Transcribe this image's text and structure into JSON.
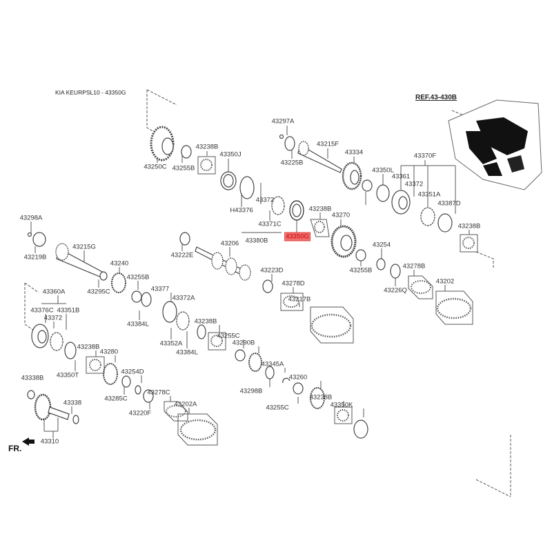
{
  "title": "KIA KEURPSL10 - 43350G",
  "reference": "REF.43-430B",
  "front_marker": "FR.",
  "highlighted_part": "43350G",
  "colors": {
    "highlight_bg": "#f07070",
    "highlight_text": "#cc0000",
    "line": "#555555"
  },
  "labels": [
    "43297A",
    "43215F",
    "43225B",
    "43334",
    "43238B",
    "43250C",
    "43255B",
    "43350J",
    "43350L",
    "43370F",
    "43361",
    "43372",
    "43351A",
    "43387D",
    "43372",
    "H43376",
    "43371C",
    "43380B",
    "43350G",
    "43238B",
    "43270",
    "43238B",
    "43298A",
    "43219B",
    "43215G",
    "43222E",
    "43206",
    "43254",
    "43255B",
    "43240",
    "43255B",
    "43295C",
    "43223D",
    "43278D",
    "43278B",
    "43226Q",
    "43202",
    "43377",
    "43372A",
    "43360A",
    "43376C",
    "43351B",
    "43372",
    "43384L",
    "43217B",
    "43238B",
    "43255C",
    "43290B",
    "43352A",
    "43384L",
    "43238B",
    "43280",
    "43350T",
    "43254D",
    "43345A",
    "43338B",
    "43260",
    "43298B",
    "43285C",
    "43278C",
    "43202A",
    "43338",
    "43220F",
    "43255C",
    "43238B",
    "43350K",
    "43310"
  ]
}
